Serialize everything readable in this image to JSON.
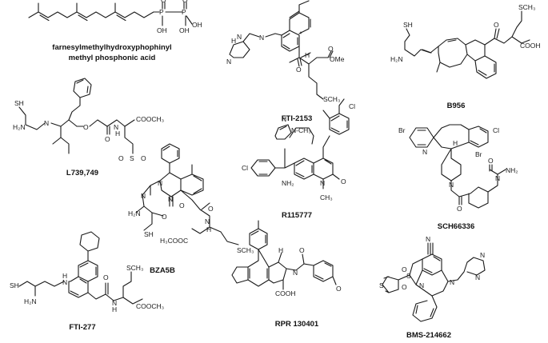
{
  "compounds": [
    {
      "key": "farnesyl",
      "caption_lines": [
        "farnesylmethylhydroxyphophinyl",
        "methyl phosphonic acid"
      ],
      "atoms": {
        "p1": "P",
        "p2": "P",
        "o1": "O",
        "o2": "O",
        "oh1": "OH",
        "oh2": "OH",
        "oh3": "OH"
      }
    },
    {
      "key": "fti2153",
      "caption_lines": [
        "FTI-2153"
      ],
      "atoms": {
        "n1": "N",
        "n2": "N",
        "n3": "N",
        "h1": "H",
        "h2": "H",
        "o1": "O",
        "o2": "O",
        "ome": "OMe",
        "sch3": "SCH₃"
      }
    },
    {
      "key": "b956",
      "caption_lines": [
        "B956"
      ],
      "atoms": {
        "sh": "SH",
        "h2n": "H₂N",
        "o": "O",
        "sch3": "SCH₃",
        "cooh": "COOH"
      }
    },
    {
      "key": "l739749",
      "caption_lines": [
        "L739,749"
      ],
      "atoms": {
        "sh": "SH",
        "h2n": "H₂N",
        "n1": "N",
        "o1": "O",
        "o2": "O",
        "n2": "N",
        "h": "H",
        "cooch3": "COOCH₃",
        "s": "S",
        "o3": "O",
        "o4": "O"
      }
    },
    {
      "key": "r115777",
      "caption_lines": [
        "R115777"
      ],
      "atoms": {
        "cl1": "Cl",
        "cl2": "Cl",
        "n1": "N",
        "nch3": "N-CH₃",
        "nh2": "NH₂",
        "n2": "N",
        "ch3": "CH₃",
        "o": "O"
      }
    },
    {
      "key": "sch66336",
      "caption_lines": [
        "SCH66336"
      ],
      "atoms": {
        "br1": "Br",
        "br2": "Br",
        "cl": "Cl",
        "h": "H",
        "n1": "N",
        "n2": "N",
        "n3": "N",
        "o1": "O",
        "o2": "O",
        "nh2": "NH₂"
      }
    },
    {
      "key": "bza5b",
      "caption_lines": [
        "BZA5B"
      ],
      "atoms": {
        "n1": "N",
        "n2": "N",
        "n3": "N",
        "n4": "N",
        "o1": "O",
        "o2": "O",
        "o3": "O",
        "h2n": "H₂N",
        "sh": "SH",
        "h": "H",
        "h3cooc": "H₃COOC",
        "sch3": "SCH₃"
      }
    },
    {
      "key": "rpr130401",
      "caption_lines": [
        "RPR 130401"
      ],
      "atoms": {
        "h": "H",
        "n": "N",
        "o1": "O",
        "o2": "O",
        "cooh": "COOH"
      }
    },
    {
      "key": "fti277",
      "caption_lines": [
        "FTI-277"
      ],
      "atoms": {
        "sh": "SH",
        "h2n": "H₂N",
        "n1": "N",
        "h1": "H",
        "o": "O",
        "n2": "N",
        "h2": "H",
        "sch3": "SCH₃",
        "cooch3": "COOCH₃"
      }
    },
    {
      "key": "bms214662",
      "caption_lines": [
        "BMS-214662"
      ],
      "atoms": {
        "n": "N",
        "s1": "S",
        "s2": "S",
        "o1": "O",
        "o2": "O",
        "n2": "N",
        "n3": "N",
        "n4": "N",
        "n5": "N"
      }
    }
  ]
}
